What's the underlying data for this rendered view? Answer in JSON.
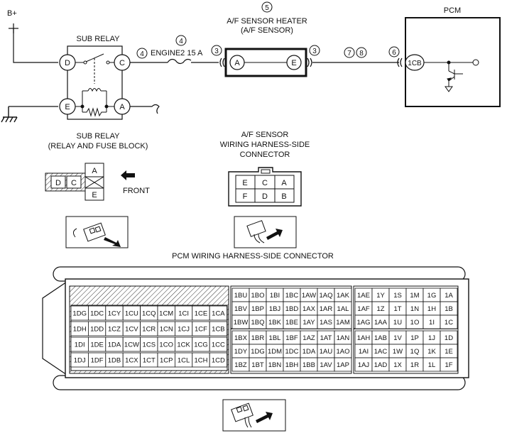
{
  "labels": {
    "b_plus": "B+",
    "pcm": "PCM",
    "sub_relay_title": "SUB RELAY",
    "fuse_label": "ENGINE2 15 A",
    "heater_title_1": "A/F SENSOR HEATER",
    "heater_title_2": "(A/F SENSOR)",
    "sub_relay_caption_1": "SUB RELAY",
    "sub_relay_caption_2": "(RELAY AND FUSE BLOCK)",
    "af_caption_1": "A/F SENSOR",
    "af_caption_2": "WIRING HARNESS-SIDE",
    "af_caption_3": "CONNECTOR",
    "front": "FRONT",
    "pcm_connector_title": "PCM WIRING HARNESS-SIDE CONNECTOR"
  },
  "wire_numbers": {
    "n4_a": "4",
    "n4_b": "4",
    "n3_a": "3",
    "n5": "5",
    "n3_b": "3",
    "n7": "7",
    "n8": "8",
    "n6": "6"
  },
  "terminals": {
    "relay_d": "D",
    "relay_c": "C",
    "relay_e": "E",
    "relay_a": "A",
    "heater_a": "A",
    "heater_e": "E",
    "pcm_pin": "1CB"
  },
  "relay_connector": {
    "row_top": [
      "D",
      "C"
    ],
    "right_top": "A",
    "right_bottom": "E"
  },
  "af_connector": {
    "top": [
      "E",
      "C",
      "A"
    ],
    "bottom": [
      "F",
      "D",
      "B"
    ]
  },
  "pcm_connector": {
    "left_block": [
      [
        "1DG",
        "1DC",
        "1CY",
        "1CU",
        "1CQ",
        "1CM",
        "1CI",
        "1CE",
        "1CA"
      ],
      [
        "1DH",
        "1DD",
        "1CZ",
        "1CV",
        "1CR",
        "1CN",
        "1CJ",
        "1CF",
        "1CB"
      ],
      [
        "1DI",
        "1DE",
        "1DA",
        "1CW",
        "1CS",
        "1CO",
        "1CK",
        "1CG",
        "1CC"
      ],
      [
        "1DJ",
        "1DF",
        "1DB",
        "1CX",
        "1CT",
        "1CP",
        "1CL",
        "1CH",
        "1CD"
      ]
    ],
    "middle_block": [
      [
        "1BU",
        "1BO",
        "1BI",
        "1BC",
        "1AW",
        "1AQ",
        "1AK"
      ],
      [
        "1BV",
        "1BP",
        "1BJ",
        "1BD",
        "1AX",
        "1AR",
        "1AL"
      ],
      [
        "1BW",
        "1BQ",
        "1BK",
        "1BE",
        "1AY",
        "1AS",
        "1AM"
      ],
      [
        "1BX",
        "1BR",
        "1BL",
        "1BF",
        "1AZ",
        "1AT",
        "1AN"
      ],
      [
        "1DY",
        "1DG",
        "1DM",
        "1DC",
        "1DA",
        "1AU",
        "1AO"
      ],
      [
        "1BZ",
        "1BT",
        "1BN",
        "1BH",
        "1BB",
        "1AV",
        "1AP"
      ]
    ],
    "right_block": [
      [
        "1AE",
        "1Y",
        "1S",
        "1M",
        "1G",
        "1A"
      ],
      [
        "1AF",
        "1Z",
        "1T",
        "1N",
        "1H",
        "1B"
      ],
      [
        "1AG",
        "1AA",
        "1U",
        "1O",
        "1I",
        "1C"
      ],
      [
        "1AH",
        "1AB",
        "1V",
        "1P",
        "1J",
        "1D"
      ],
      [
        "1AI",
        "1AC",
        "1W",
        "1Q",
        "1K",
        "1E"
      ],
      [
        "1AJ",
        "1AD",
        "1X",
        "1R",
        "1L",
        "1F"
      ]
    ]
  }
}
